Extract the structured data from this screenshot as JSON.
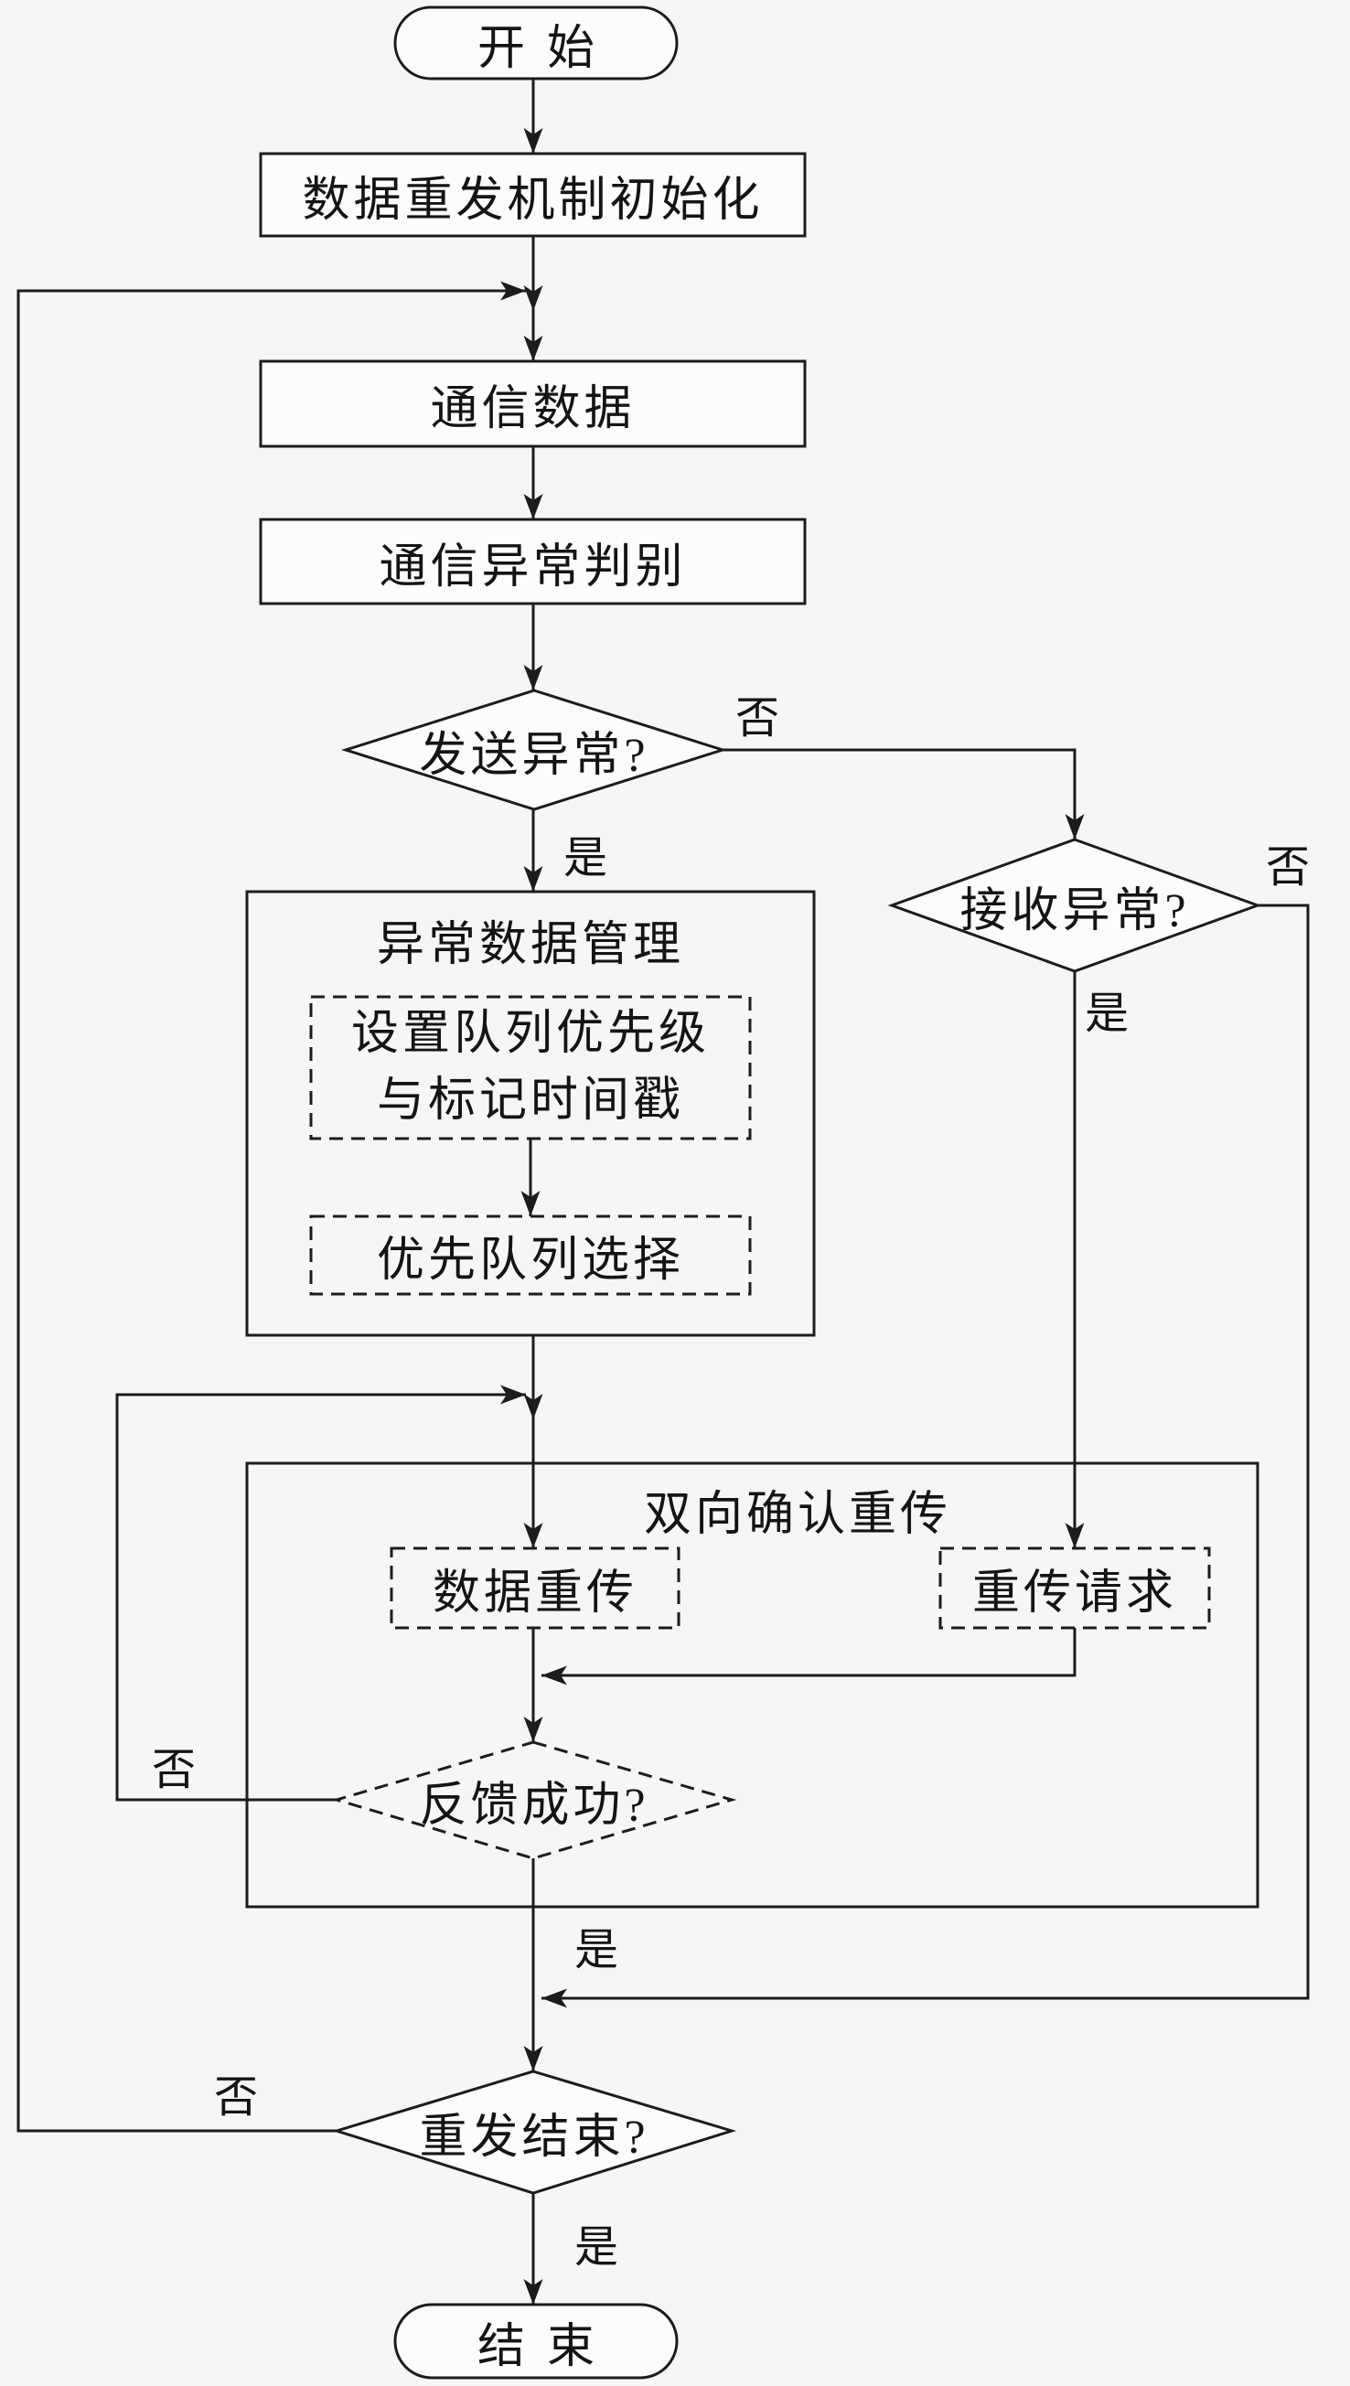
{
  "colors": {
    "background": "#f6f6f6",
    "line": "#1c1c1c",
    "node_fill": "#fcfcfc"
  },
  "flowchart": {
    "start": "开始",
    "init": "数据重发机制初始化",
    "comm_data": "通信数据",
    "comm_check": "通信异常判别",
    "send_check": "发送异常?",
    "recv_check": "接收异常?",
    "mgmt_title": "异常数据管理",
    "queue_setup_line1": "设置队列优先级",
    "queue_setup_line2": "与标记时间戳",
    "queue_select": "优先队列选择",
    "retrans_title": "双向确认重传",
    "data_retrans": "数据重传",
    "retrans_request": "重传请求",
    "feedback_check": "反馈成功?",
    "done_check": "重发结束?",
    "end": "结束",
    "labels": {
      "send_yes": "是",
      "send_no": "否",
      "recv_yes": "是",
      "recv_no": "否",
      "feedback_yes": "是",
      "feedback_no": "否",
      "done_yes": "是",
      "done_no": "否"
    }
  }
}
